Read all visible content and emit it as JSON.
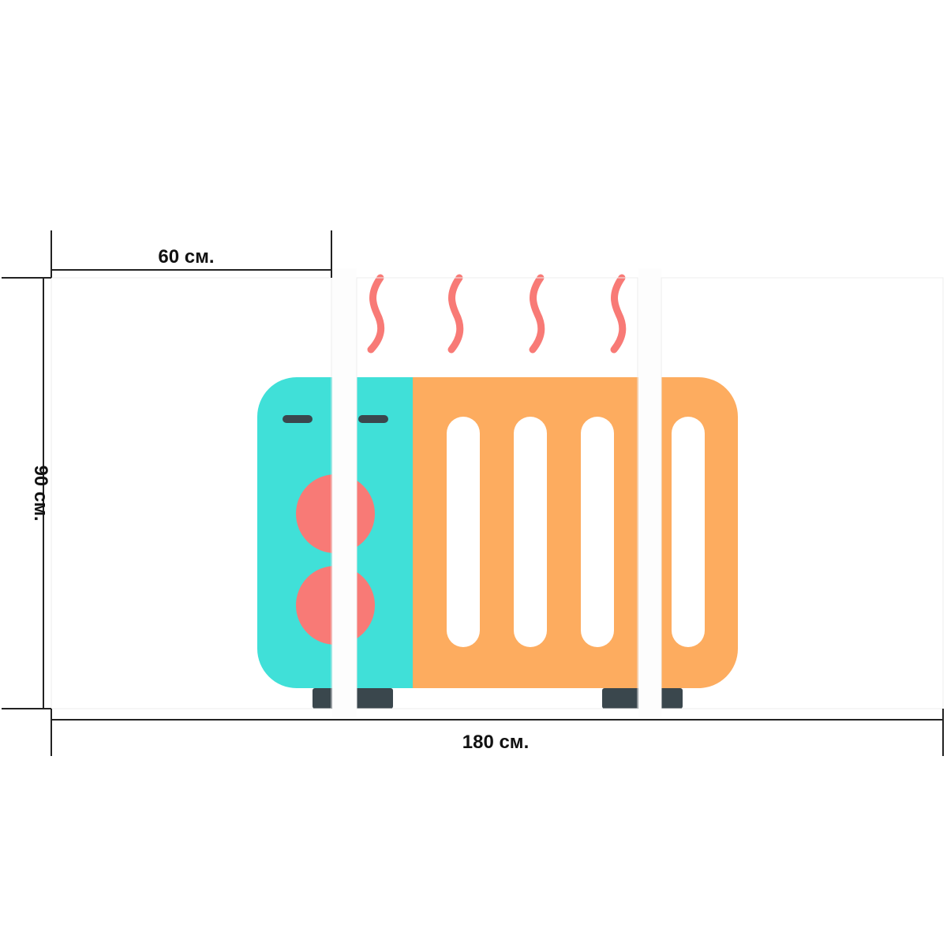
{
  "dimensions": {
    "panel_width": "60 см.",
    "height": "90 см.",
    "total_width": "180 см."
  },
  "artwork": {
    "subject": "radiator-heater",
    "colors": {
      "teal": "#40E0D8",
      "orange": "#FDAC5F",
      "pink": "#F87A76",
      "dark": "#3A474D",
      "line": "#222222"
    }
  }
}
